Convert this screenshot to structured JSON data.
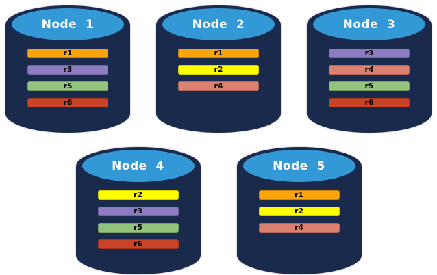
{
  "page": {
    "background": "#FFFFFF"
  },
  "palette": {
    "cylinder_body": "#1A2A4C",
    "cylinder_top_face": "#3399D6",
    "title_color": "#FFFFFF",
    "bar_label_color": "#000000"
  },
  "partition_colors": {
    "r1": "#FBA30B",
    "r2": "#FFFF00",
    "r3": "#8E7CC3",
    "r4": "#DC8170",
    "r5": "#93C47D",
    "r6": "#C94426"
  },
  "nodes": [
    {
      "label": "Node  1",
      "row": 1,
      "partitions": [
        "r1",
        "r3",
        "r5",
        "r6"
      ]
    },
    {
      "label": "Node  2",
      "row": 1,
      "partitions": [
        "r1",
        "r2",
        "r4"
      ]
    },
    {
      "label": "Node  3",
      "row": 1,
      "partitions": [
        "r3",
        "r4",
        "r5",
        "r6"
      ]
    },
    {
      "label": "Node  4",
      "row": 2,
      "partitions": [
        "r2",
        "r3",
        "r5",
        "r6"
      ]
    },
    {
      "label": "Node  5",
      "row": 2,
      "partitions": [
        "r1",
        "r2",
        "r4"
      ]
    }
  ]
}
